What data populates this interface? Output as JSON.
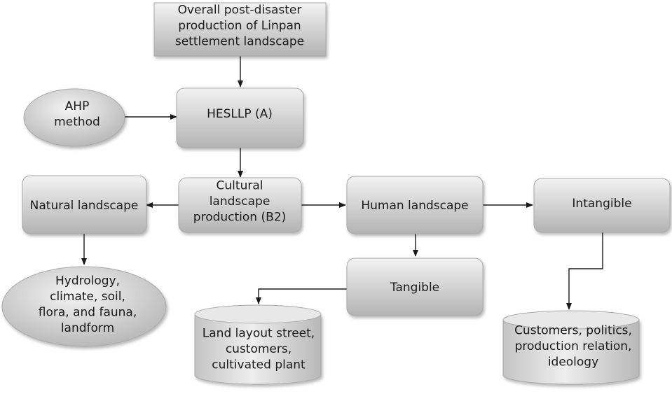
{
  "nodes": {
    "overall": {
      "lines": [
        "Overall post-disaster",
        "production of Linpan",
        "settlement landscape"
      ]
    },
    "ahp": {
      "lines": [
        "AHP",
        "method"
      ]
    },
    "hesllp": {
      "lines": [
        "HESLLP (A)"
      ]
    },
    "cultural": {
      "lines": [
        "Cultural",
        "landscape",
        "production (B2)"
      ]
    },
    "natural": {
      "lines": [
        "Natural landscape"
      ]
    },
    "human": {
      "lines": [
        "Human landscape"
      ]
    },
    "intangible": {
      "lines": [
        "Intangible"
      ]
    },
    "tangible": {
      "lines": [
        "Tangible"
      ]
    },
    "hydrology": {
      "lines": [
        "Hydrology,",
        "climate, soil,",
        "flora, and fauna,",
        "landform"
      ]
    },
    "land": {
      "lines": [
        "Land layout street,",
        "customers,",
        "cultivated plant"
      ]
    },
    "customers": {
      "lines": [
        "Customers, politics,",
        "production relation,",
        "ideology"
      ]
    }
  },
  "colors": {
    "box_light": "#ececec",
    "box_dark": "#b5b5b5",
    "border": "#a9a9a9",
    "text": "#1a1a1a",
    "edge": "#1a1a1a"
  }
}
